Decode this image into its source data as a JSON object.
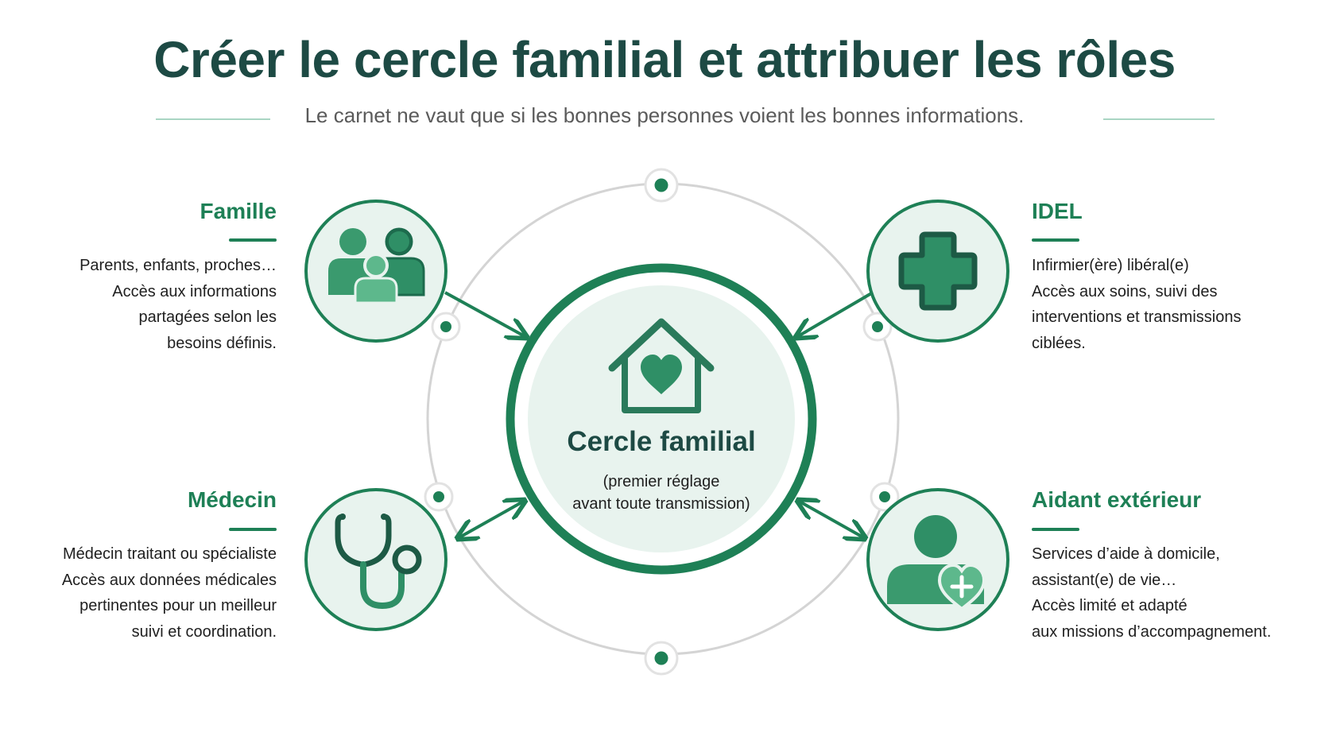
{
  "header": {
    "title": "Créer le cercle familial et attribuer les rôles",
    "subtitle": "Le carnet ne vaut que si les bonnes personnes voient les bonnes informations."
  },
  "center": {
    "icon": "house-heart-icon",
    "title": "Cercle familial",
    "subtitle_lines": [
      "(premier réglage",
      "avant toute transmission)"
    ]
  },
  "roles": {
    "famille": {
      "icon": "family-icon",
      "title": "Famille",
      "lines": [
        "Parents, enfants, proches…",
        "Accès aux informations",
        "partagées selon les",
        "besoins définis."
      ]
    },
    "idel": {
      "icon": "medical-cross-icon",
      "title": "IDEL",
      "lines": [
        "Infirmier(ère) libéral(e)",
        "Accès aux soins, suivi des",
        "interventions et transmissions",
        "ciblées."
      ]
    },
    "medecin": {
      "icon": "stethoscope-icon",
      "title": "Médecin",
      "lines": [
        "Médecin traitant ou spécialiste",
        "Accès aux données médicales",
        "pertinentes pour un meilleur",
        "suivi et coordination."
      ]
    },
    "aidant": {
      "icon": "caregiver-icon",
      "title": "Aidant extérieur",
      "lines": [
        "Services d’aide à domicile,",
        "assistant(e) de vie…",
        "Accès limité et adapté",
        "aux missions d’accompagnement."
      ]
    }
  },
  "colors": {
    "primary_green": "#1e8056",
    "dark_teal": "#1d4a44",
    "light_green": "#e8f3ee",
    "ring_gray": "#d4d4d4"
  }
}
